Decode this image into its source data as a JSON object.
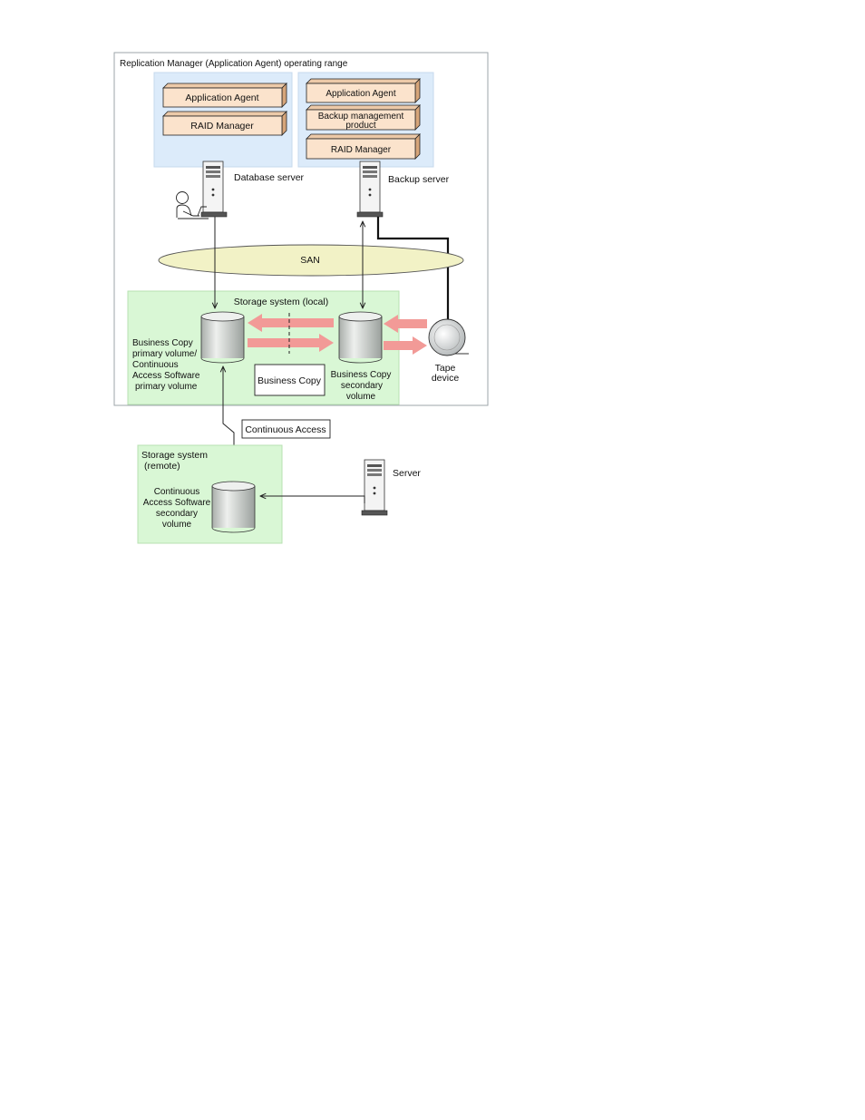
{
  "title": "Replication Manager (Application Agent) operating range",
  "db_server": {
    "label": "Database server",
    "boxes": [
      "Application Agent",
      "RAID Manager"
    ]
  },
  "backup_server": {
    "label": "Backup server",
    "boxes": [
      "Application Agent",
      "Backup management",
      "product",
      "RAID Manager"
    ]
  },
  "san": "SAN",
  "local_storage": {
    "label": "Storage system (local)",
    "primary_lines": [
      "Business Copy",
      "primary volume/",
      "Continuous",
      "Access Software",
      "primary volume"
    ],
    "copy_box": "Business Copy",
    "secondary_lines": [
      "Business Copy",
      "secondary",
      "volume"
    ]
  },
  "tape": [
    "Tape",
    "device"
  ],
  "continuous_access": "Continuous Access",
  "remote_storage": {
    "label_lines": [
      "Storage system",
      "(remote)"
    ],
    "volume_lines": [
      "Continuous",
      "Access Software",
      "secondary",
      "volume"
    ]
  },
  "server": "Server",
  "colors": {
    "server_zone": "#dcebfa",
    "storage_zone": "#d9f7d5",
    "box_fill": "#fbe3cc",
    "san_fill": "#f2f2c6",
    "copy_arrow": "#f29a97",
    "border": "#9ea4aa"
  }
}
